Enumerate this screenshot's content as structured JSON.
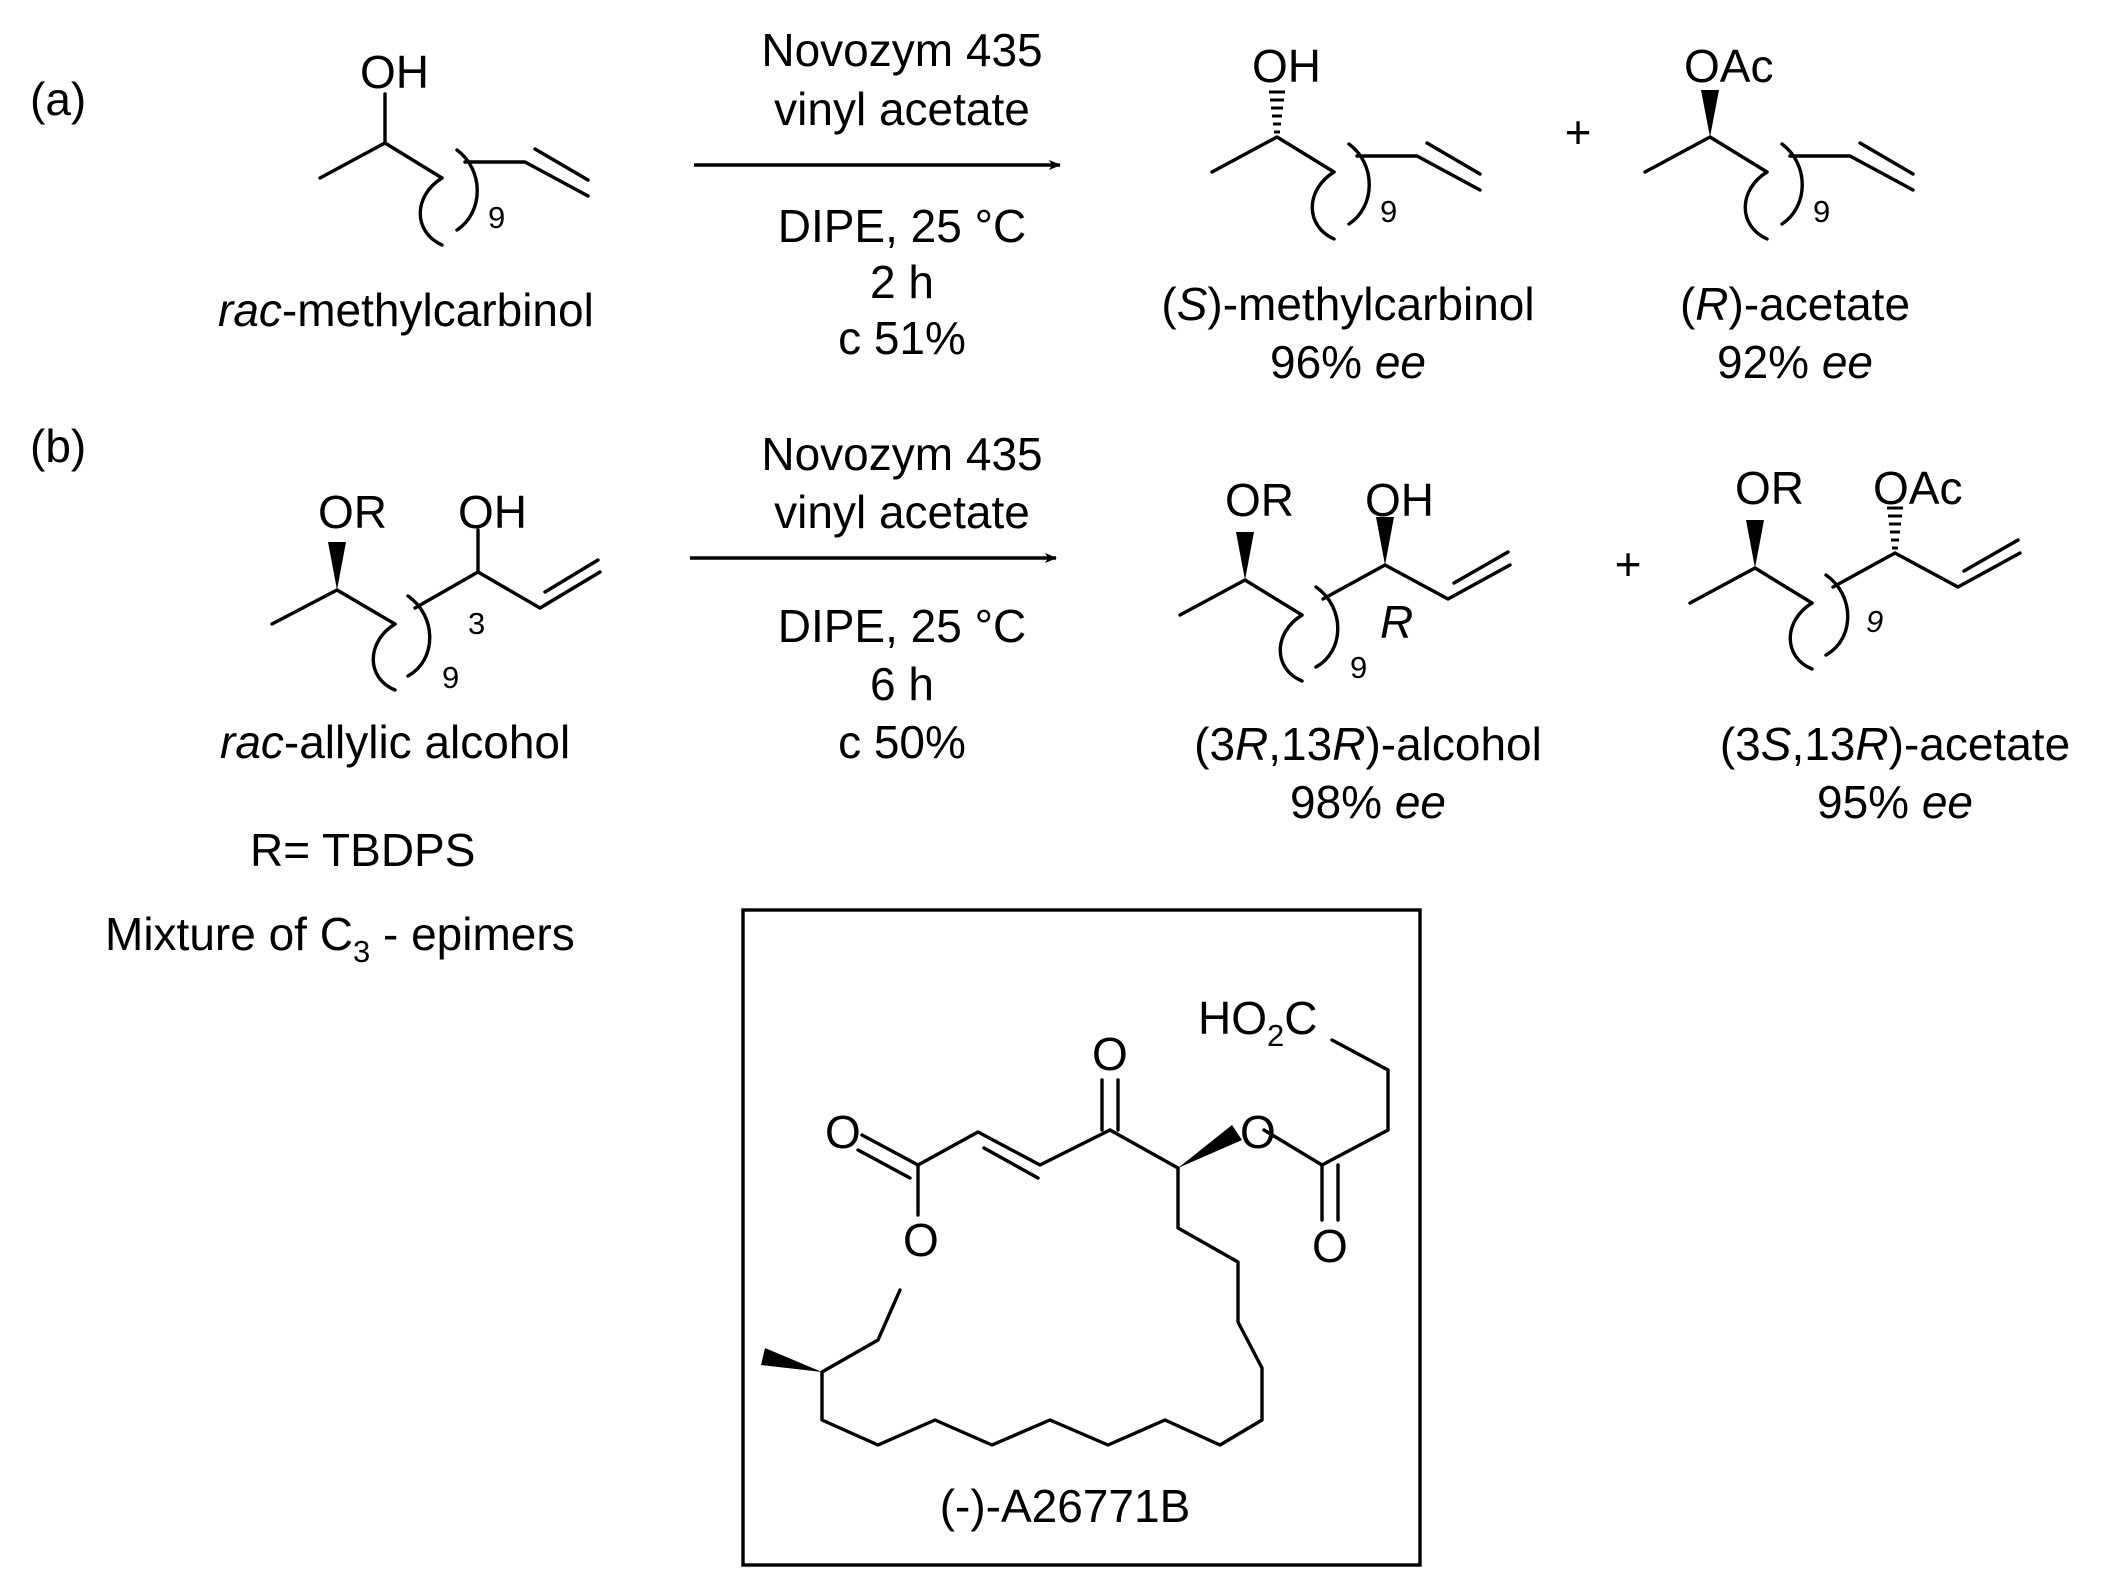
{
  "part_a": {
    "label": "(a)",
    "reactant": {
      "name_italic": "rac",
      "name_rest": "-methylcarbinol",
      "atoms": {
        "oh": "OH",
        "repeat": "9"
      }
    },
    "conditions": {
      "above": [
        "Novozym 435",
        "vinyl acetate"
      ],
      "below": [
        "DIPE, 25 °C",
        "2 h",
        "c 51%"
      ]
    },
    "product1": {
      "name_open": "(",
      "name_italic": "S",
      "name_rest": ")-methylcarbinol",
      "ee_value": "96%",
      "ee_label": "ee",
      "atoms": {
        "oh": "OH",
        "repeat": "9"
      }
    },
    "plus": "+",
    "product2": {
      "name_open": "(",
      "name_italic": "R",
      "name_rest": ")-acetate",
      "ee_value": "92%",
      "ee_label": "ee",
      "atoms": {
        "oac": "OAc",
        "repeat": "9"
      }
    }
  },
  "part_b": {
    "label": "(b)",
    "reactant": {
      "name_italic": "rac",
      "name_rest": "-allylic alcohol",
      "atoms": {
        "or": "OR",
        "oh": "OH",
        "locant": "3",
        "repeat": "9"
      }
    },
    "r_definition": "R= TBDPS",
    "mixture_prefix": "Mixture of C",
    "mixture_subscript": "3",
    "mixture_suffix": " - epimers",
    "conditions": {
      "above": [
        "Novozym 435",
        "vinyl acetate"
      ],
      "below": [
        "DIPE, 25 °C",
        "6 h",
        "c 50%"
      ]
    },
    "product1": {
      "name_a": "(3",
      "name_b": "R",
      "name_c": ",13",
      "name_d": "R",
      "name_e": ")-alcohol",
      "ee_value": "98%",
      "ee_label": "ee",
      "atoms": {
        "or": "OR",
        "oh": "OH",
        "repeat": "9",
        "stereo": "R"
      }
    },
    "plus": "+",
    "product2": {
      "name_a": "(3",
      "name_b": "S",
      "name_c": ",13",
      "name_d": "R",
      "name_e": ")-acetate",
      "ee_value": "95%",
      "ee_label": "ee",
      "atoms": {
        "or": "OR",
        "oac": "OAc",
        "repeat": "9"
      }
    }
  },
  "natural_product": {
    "name": "(-)-A26771B",
    "atoms": {
      "ho2c_a": "HO",
      "ho2c_sub": "2",
      "ho2c_b": "C",
      "oxygen": "O"
    }
  }
}
